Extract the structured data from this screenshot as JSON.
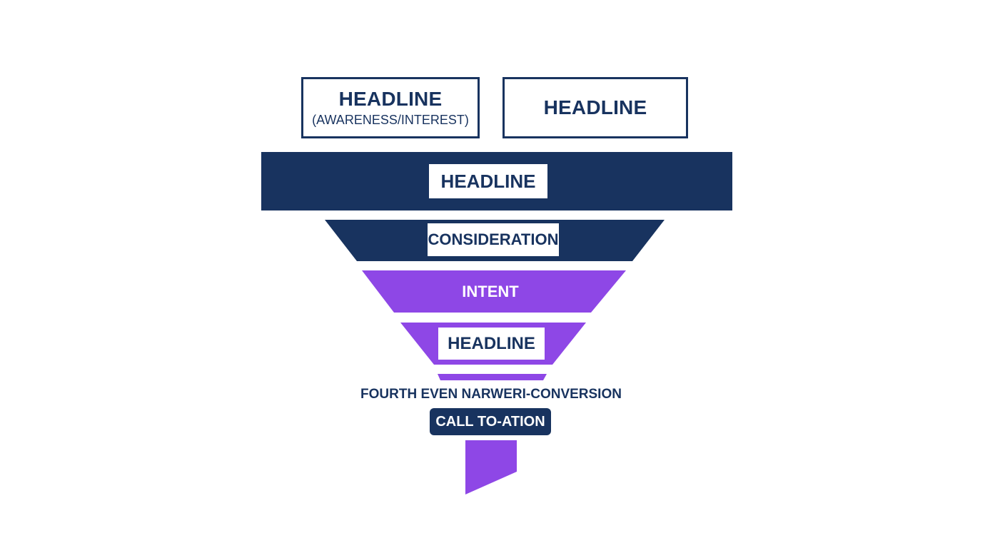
{
  "colors": {
    "navy": "#18335f",
    "purple": "#8e47e6",
    "white": "#ffffff"
  },
  "top_boxes": [
    {
      "title": "HEADLINE",
      "subtitle": "(AWARENESS/INTEREST)"
    },
    {
      "title": "HEADLINE"
    }
  ],
  "funnel": {
    "stage1_label": "HEADLINE",
    "stage2_label": "CONSIDERATION",
    "stage3_label": "INTENT",
    "stage4_label": "HEADLINE",
    "conversion_text": "FOURTH EVEN NARWERI-CONVERSION",
    "cta_label": "CALL TO-ATION"
  }
}
